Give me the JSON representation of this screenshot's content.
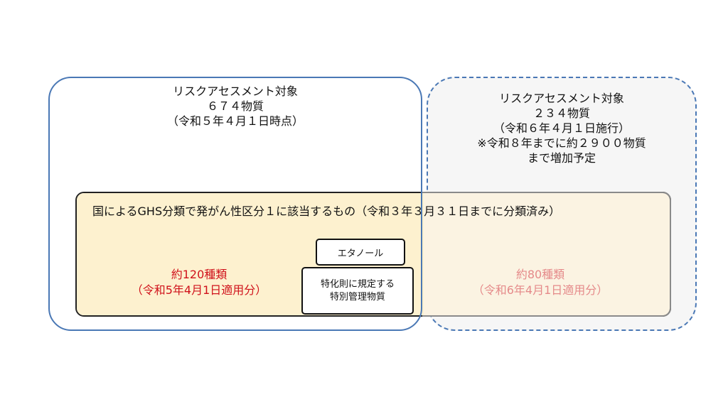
{
  "left_region": {
    "title_lines": "リスクアセスメント対象\n６７４物質\n（令和５年４月１日時点）"
  },
  "right_region": {
    "title_lines": "リスクアセスメント対象\n２３４物質\n（令和６年４月１日施行）\n※令和８年までに約２９００物質\nまで増加予定"
  },
  "ghs_band": {
    "label": "国によるGHS分類で発がん性区分１に該当するもの（令和３年３月３１日までに分類済み）"
  },
  "ethanol": {
    "label": "エタノール"
  },
  "special_substances": {
    "label": "特化則に規定する\n特別管理物質"
  },
  "count_left": {
    "label": "約120種類\n（令和5年4月1日適用分）"
  },
  "count_right": {
    "label": "約80種類\n（令和6年4月1日適用分）"
  },
  "colors": {
    "box_border": "#4a78b5",
    "left_fill": "#fdf1cf",
    "right_fill": "#f6f6f6",
    "count_left_text": "#d0121b",
    "count_right_text": "#e58a8a"
  }
}
